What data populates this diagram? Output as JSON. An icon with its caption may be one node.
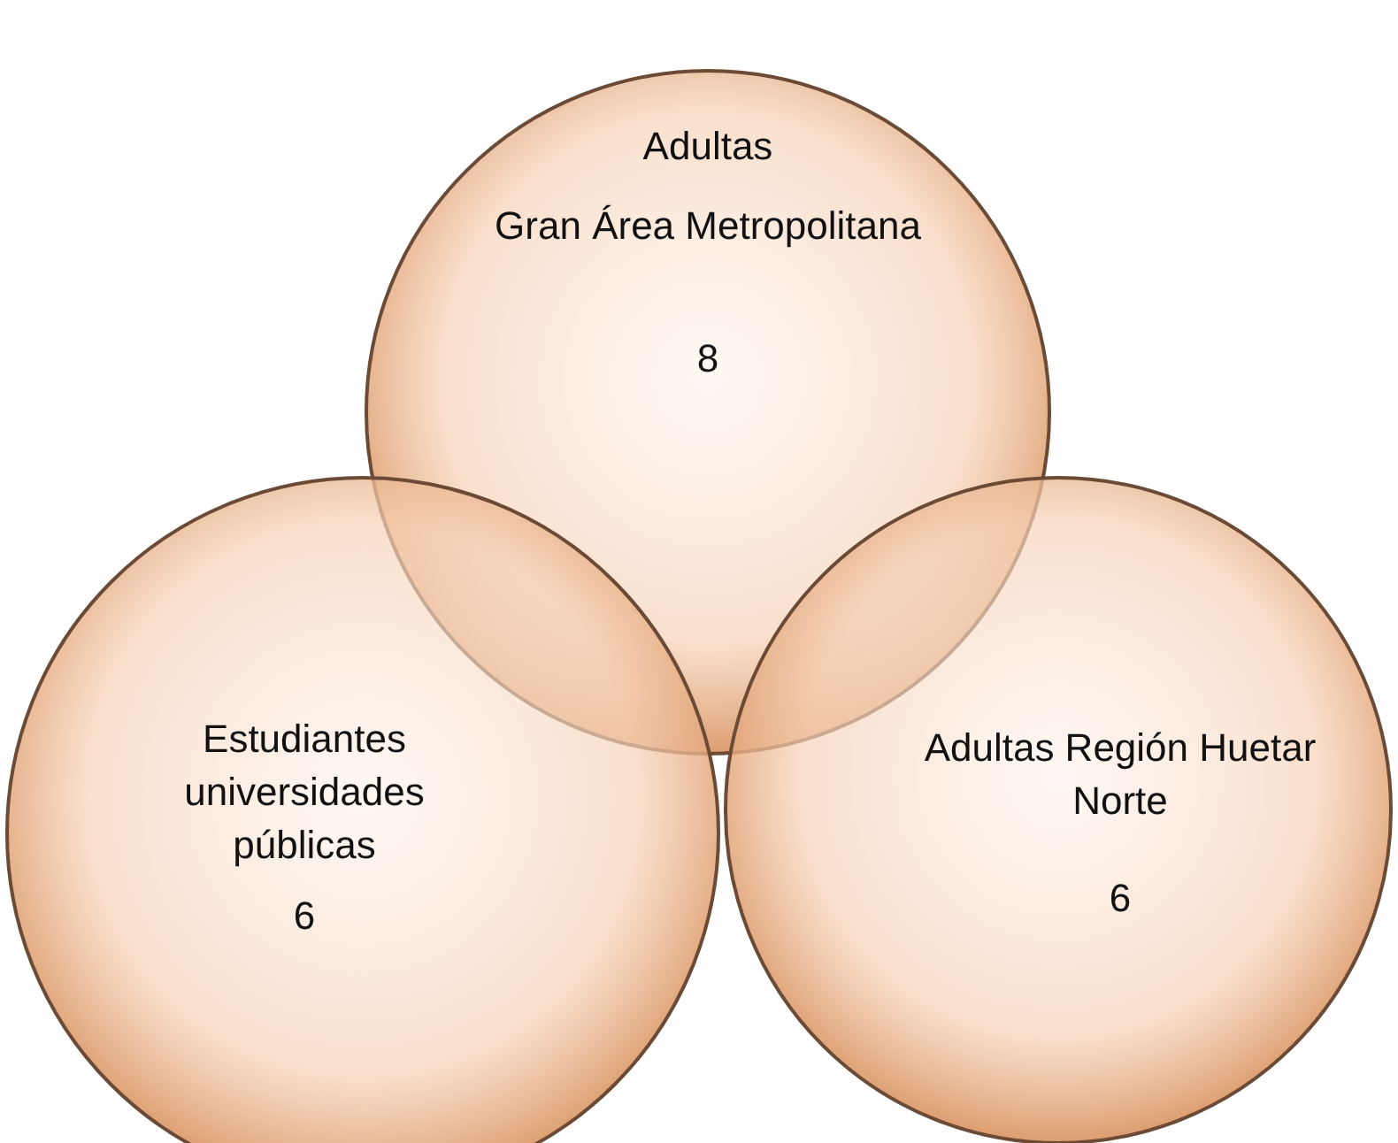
{
  "diagram": {
    "nodes": [
      {
        "text": [
          "Adultas",
          "Gran Área Metropolitana",
          "8"
        ]
      },
      {
        "text": [
          "Estudiantes universidades públicas",
          "6"
        ]
      },
      {
        "text": [
          "Adultas Región Huetar Norte",
          "6"
        ]
      }
    ]
  }
}
